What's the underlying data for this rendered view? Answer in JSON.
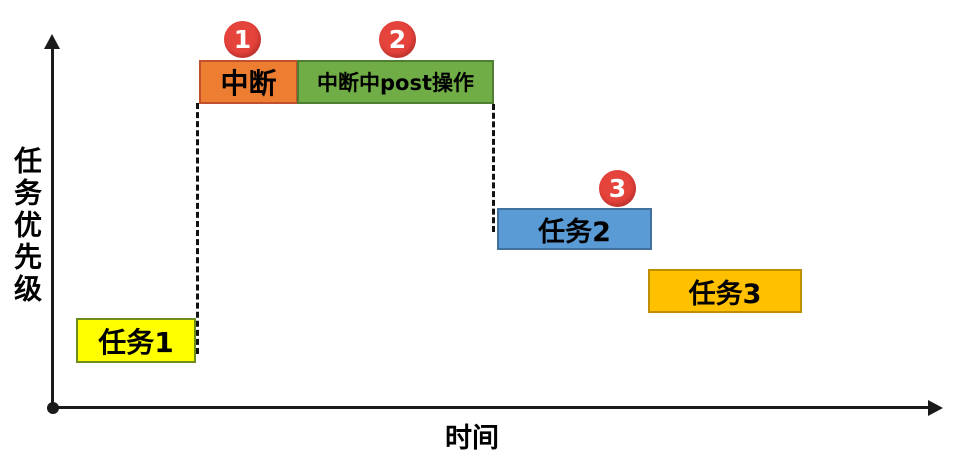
{
  "diagram": {
    "title_meaning": "task-priority vs time scheduling diagram",
    "axes": {
      "y_label": "任务优先级",
      "x_label": "时间",
      "axis_color": "#1a1a1a"
    },
    "boxes": [
      {
        "id": "task1",
        "label": "任务1",
        "fill": "#FFFF00",
        "border": "#6F8C1F"
      },
      {
        "id": "interrupt",
        "label": "中断",
        "fill": "#ED7D31",
        "border": "#C1502E"
      },
      {
        "id": "post",
        "label": "中断中post操作",
        "fill": "#70AD47",
        "border": "#507E32"
      },
      {
        "id": "task2",
        "label": "任务2",
        "fill": "#5B9BD5",
        "border": "#41719C"
      },
      {
        "id": "task3",
        "label": "任务3",
        "fill": "#FFC000",
        "border": "#BF8F00"
      }
    ],
    "badges": [
      {
        "number": "1",
        "color": "#E5443C"
      },
      {
        "number": "2",
        "color": "#E5443C"
      },
      {
        "number": "3",
        "color": "#E5443C"
      }
    ],
    "dashed_line_color": "#111111"
  }
}
